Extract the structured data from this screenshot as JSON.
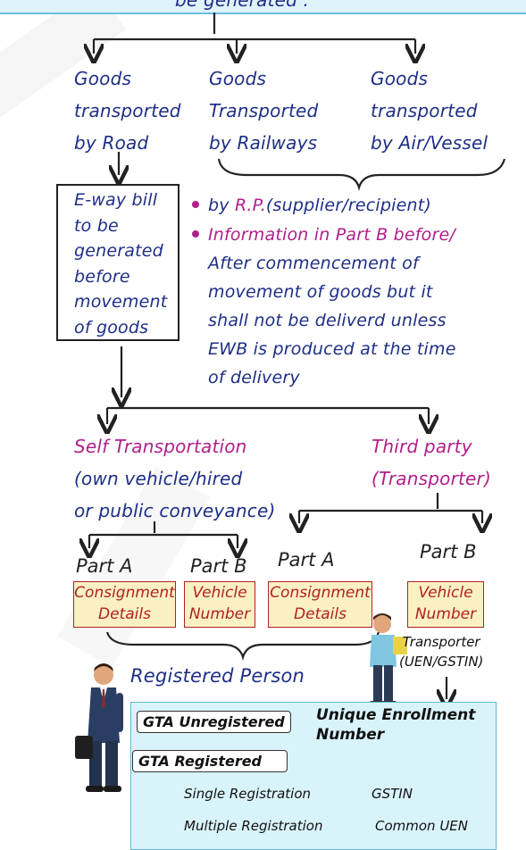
{
  "top_fragment": "be generated :",
  "modes": [
    {
      "lines": [
        "Goods",
        "transported",
        "by Road"
      ]
    },
    {
      "lines": [
        "Goods",
        "Transported",
        "by Railways"
      ]
    },
    {
      "lines": [
        "Goods",
        "transported",
        "by Air/Vessel"
      ]
    }
  ],
  "road_box": {
    "lines": [
      "E-way bill",
      "to be",
      "generated",
      "before",
      "movement",
      "of goods"
    ]
  },
  "bullets": [
    {
      "prefix": "by ",
      "highlight": "R.P.",
      "suffix": "(supplier/recipient)"
    },
    {
      "lines": [
        "Information in Part B before/",
        "After commencement of",
        "movement of goods but it",
        "shall not be deliverd unless",
        "EWB is produced at the time",
        "of delivery"
      ]
    }
  ],
  "self_transport": {
    "lines": [
      "Self Transportation",
      "(own vehicle/hired",
      "or public conveyance)"
    ]
  },
  "third_party": {
    "lines": [
      "Third party",
      "(Transporter)"
    ]
  },
  "parts": {
    "part_a": "Part A",
    "part_b": "Part B",
    "consignment": [
      "Consignment",
      "Details"
    ],
    "vehicle": [
      "Vehicle",
      "Number"
    ]
  },
  "registered_person": "Registered Person",
  "transporter": {
    "lines": [
      "Transporter",
      "(UEN/GSTIN)"
    ]
  },
  "gta": {
    "unregistered": "GTA Unregistered",
    "unique_enrollment": [
      "Unique Enrollment",
      "Number"
    ],
    "registered": "GTA Registered",
    "single_reg": "Single Registration",
    "gstin": "GSTIN",
    "multiple_reg": "Multiple Registration",
    "common_uen": "Common UEN"
  },
  "colors": {
    "blue_text": "#1e2f86",
    "magenta_text": "#b01f8a",
    "yellow_fill": "#fbf0c4",
    "panel_fill": "#d9f3fb"
  }
}
